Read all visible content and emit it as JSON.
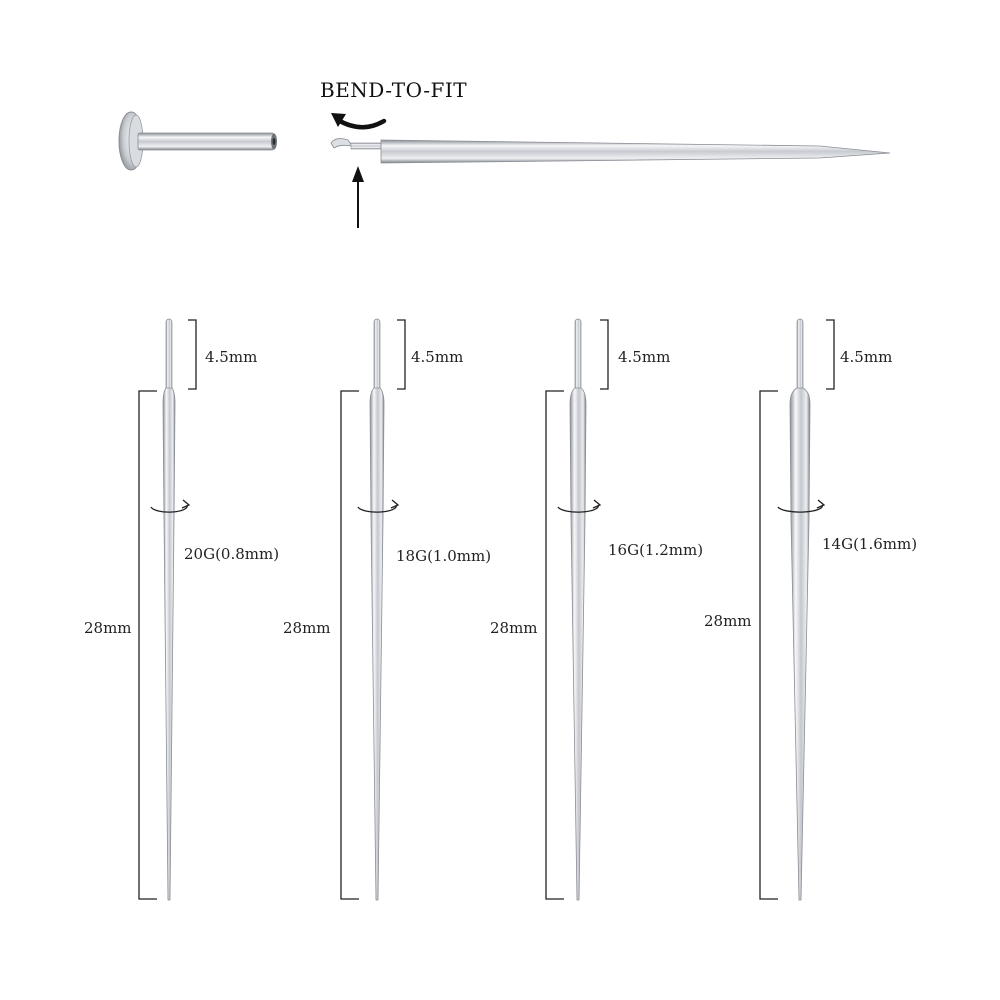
{
  "header": {
    "bend_label": "BEND-TO-FIT"
  },
  "pins": [
    {
      "tip_length": "4.5mm",
      "gauge": "20G(0.8mm)",
      "length": "28mm"
    },
    {
      "tip_length": "4.5mm",
      "gauge": "18G(1.0mm)",
      "length": "28mm"
    },
    {
      "tip_length": "4.5mm",
      "gauge": "16G(1.2mm)",
      "length": "28mm"
    },
    {
      "tip_length": "4.5mm",
      "gauge": "14G(1.6mm)",
      "length": "28mm"
    }
  ],
  "colors": {
    "metal_light": "#f7f8fa",
    "metal_mid": "#c9ccd1",
    "metal_dark": "#7d8188",
    "line": "#222222"
  }
}
